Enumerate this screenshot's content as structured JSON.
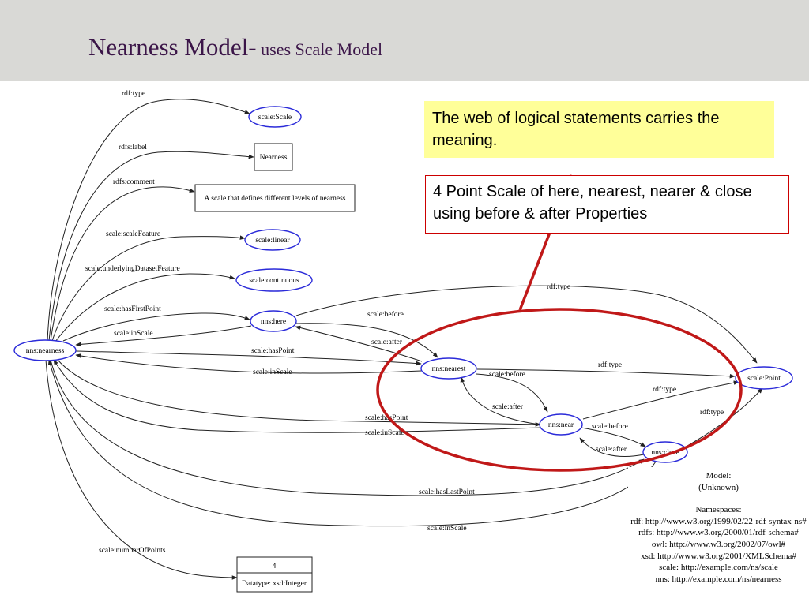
{
  "slide": {
    "title_main": "Nearness Model-",
    "title_sub": " uses Scale Model"
  },
  "callouts": {
    "web": "The web of logical statements carries the meaning.",
    "scale": "4 Point Scale of here, nearest, nearer & close using before & after Properties"
  },
  "nodes": {
    "nearness": "nns:nearness",
    "scale": "scale:Scale",
    "nearness_label": "Nearness",
    "comment": "A scale that defines different levels of nearness",
    "linear": "scale:linear",
    "continuous": "scale:continuous",
    "here": "nns:here",
    "nearest": "nns:nearest",
    "near": "nns:near",
    "close": "nns:close",
    "point": "scale:Point",
    "num_value": "4",
    "num_type": "Datatype: xsd:Integer"
  },
  "edges": {
    "rdf_type": "rdf:type",
    "rdfs_label": "rdfs:label",
    "rdfs_comment": "rdfs:comment",
    "scale_feature": "scale:scaleFeature",
    "underlying_feature": "scale:underlyingDatasetFeature",
    "has_first_point": "scale:hasFirstPoint",
    "in_scale": "scale:inScale",
    "has_point": "scale:hasPoint",
    "before": "scale:before",
    "after": "scale:after",
    "has_last_point": "scale:hasLastPoint",
    "number_of_points": "scale:numberOfPoints"
  },
  "legend": {
    "model_title": "Model:",
    "model_value": "(Unknown)",
    "ns_title": "Namespaces:",
    "ns_rdf": "rdf: http://www.w3.org/1999/02/22-rdf-syntax-ns#",
    "ns_rdfs": "rdfs: http://www.w3.org/2000/01/rdf-schema#",
    "ns_owl": "owl: http://www.w3.org/2002/07/owl#",
    "ns_xsd": "xsd: http://www.w3.org/2001/XMLSchema#",
    "ns_scale": "scale: http://example.com/ns/scale",
    "ns_nns": "nns: http://example.com/ns/nearness"
  },
  "colors": {
    "title": "#3b1548",
    "header_bg": "#d9d9d6",
    "node_outline": "#2b2bd9",
    "edge": "#222222",
    "highlight": "#c01818",
    "callout_yellow": "#ffff99",
    "callout_border": "#cc0000"
  }
}
